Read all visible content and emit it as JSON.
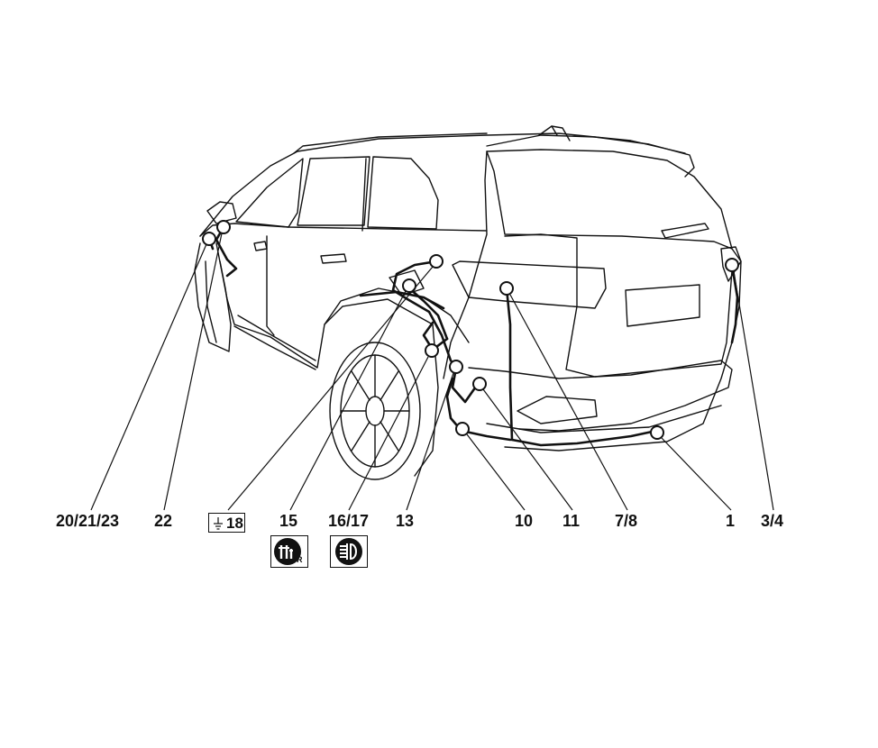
{
  "labels": {
    "connector_20_21_23": "20/21/23",
    "connector_22": "22",
    "ground_18": "18",
    "connector_15": "15",
    "connector_16_17": "16/17",
    "connector_13": "13",
    "connector_10": "10",
    "connector_11": "11",
    "connector_7_8": "7/8",
    "connector_1": "1",
    "connector_3_4": "3/4"
  },
  "icons": {
    "reverse_light": "reverse-light-icon",
    "rear_fog_light": "rear-fog-light-icon"
  },
  "icon_subscript": "R"
}
